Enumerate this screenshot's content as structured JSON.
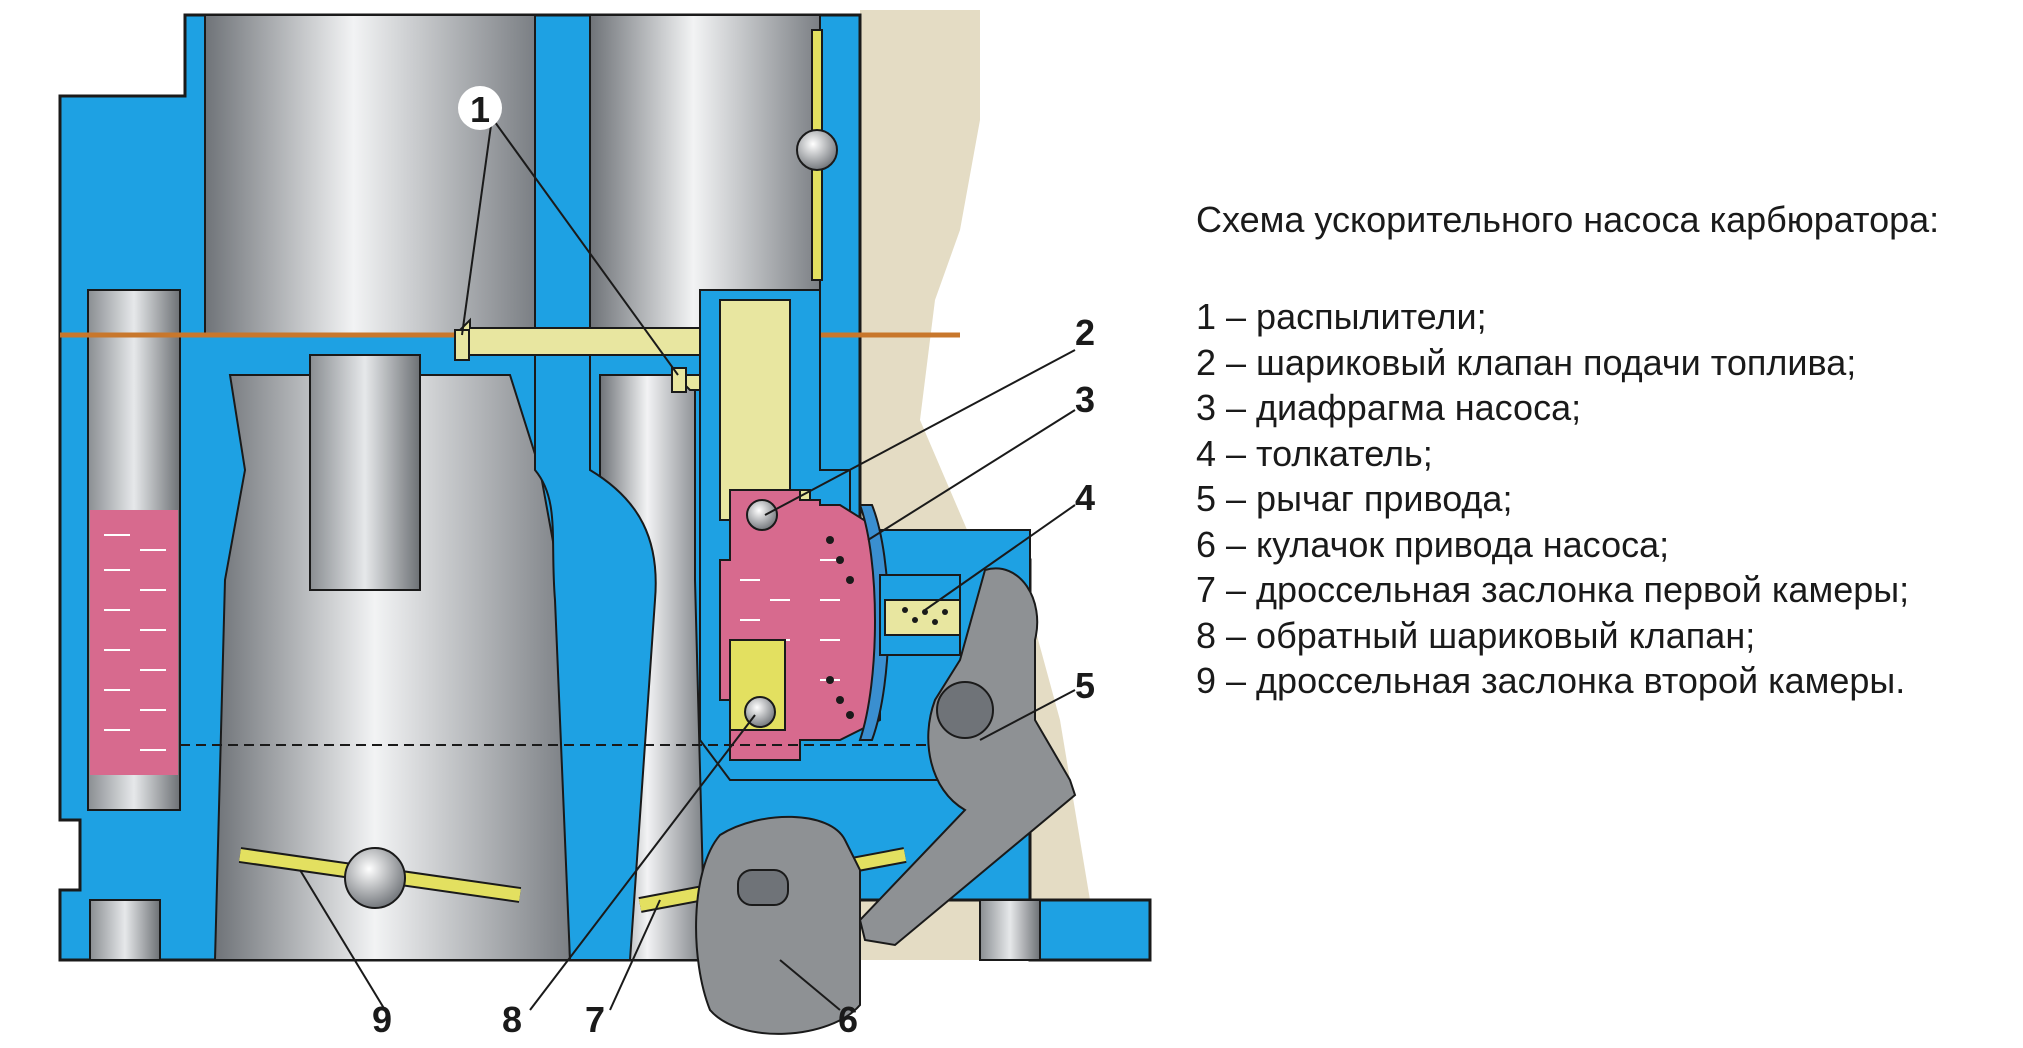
{
  "diagram": {
    "colors": {
      "body_blue": "#1ea1e3",
      "metal_gray": "#a9adb1",
      "fuel_pink": "#d76a8e",
      "channel_yellow": "#e8e6a0",
      "damper_yellow": "#e3e060",
      "cam_gray": "#8e9194",
      "background_beige": "#e4dcc4"
    },
    "callouts": [
      "1",
      "2",
      "3",
      "4",
      "5",
      "6",
      "7",
      "8",
      "9"
    ]
  },
  "legend": {
    "title": "Схема ускорительного насоса карбюратора:",
    "items": [
      "1 – распылители;",
      "2 – шариковый клапан подачи топлива;",
      "3 – диафрагма насоса;",
      "4 – толкатель;",
      "5 – рычаг привода;",
      "6 – кулачок привода насоса;",
      "7 – дроссельная заслонка первой камеры;",
      "8 – обратный шариковый клапан;",
      "9 – дроссельная заслонка второй камеры."
    ]
  }
}
